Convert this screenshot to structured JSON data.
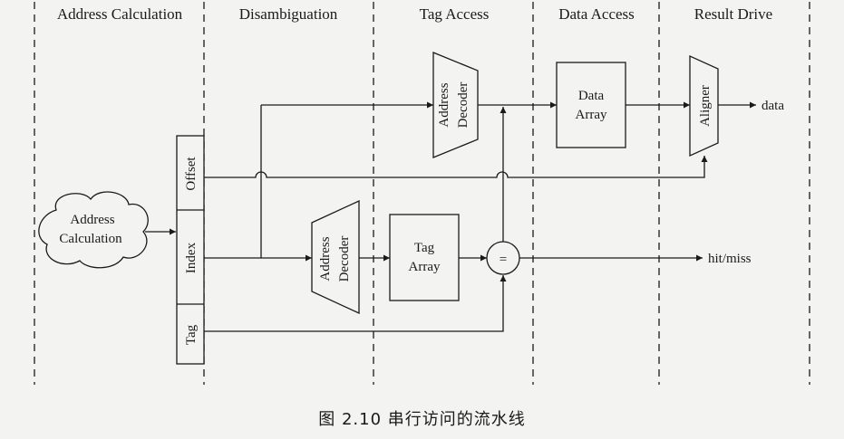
{
  "stages": [
    "Address Calculation",
    "Disambiguation",
    "Tag Access",
    "Data Access",
    "Result Drive"
  ],
  "blocks": {
    "address_calc": [
      "Address",
      "Calculation"
    ],
    "register_fields": [
      "Offset",
      "Index",
      "Tag"
    ],
    "decoder_top": [
      "Address",
      "Decoder"
    ],
    "decoder_bottom": [
      "Address",
      "Decoder"
    ],
    "tag_array": [
      "Tag",
      "Array"
    ],
    "comparator": "=",
    "data_array": [
      "Data",
      "Array"
    ],
    "aligner": "Aligner"
  },
  "outputs": {
    "data": "data",
    "hit_miss": "hit/miss"
  },
  "caption": "图 2.10   串行访问的流水线"
}
